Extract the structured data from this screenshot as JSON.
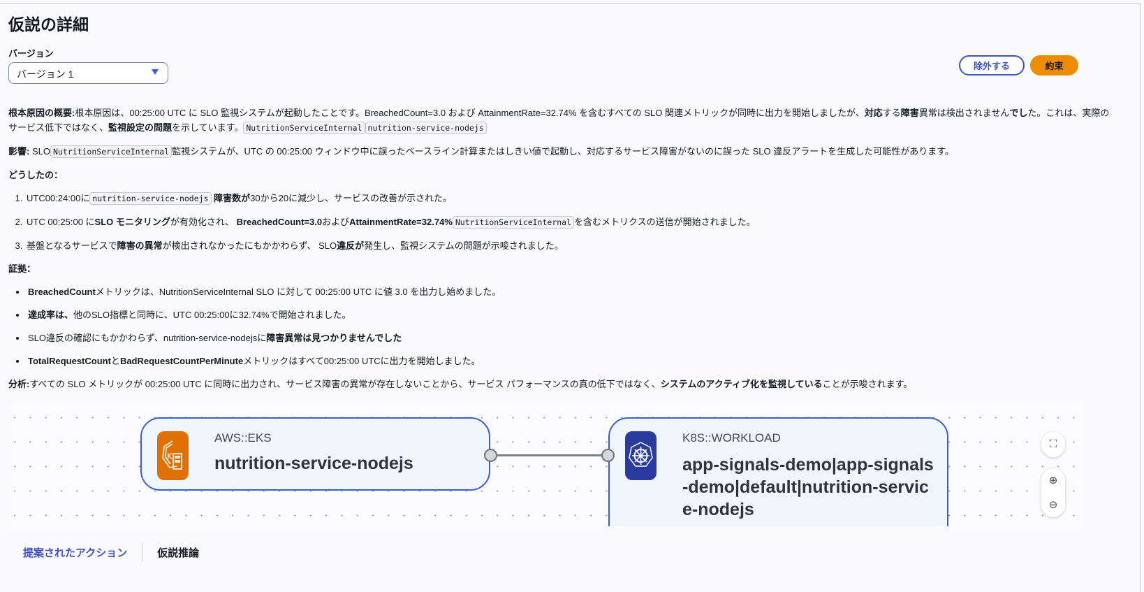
{
  "header": {
    "title": "仮説の詳細"
  },
  "version": {
    "label": "バージョン",
    "selected": "バージョン 1"
  },
  "actions": {
    "dismiss": "除外する",
    "commit": "約束"
  },
  "body": {
    "root_cause": [
      {
        "t": "根本原因の概要:",
        "s": "b"
      },
      {
        "t": "根本原因は、00:25:00 UTC に SLO 監視システムが起動したことです。BreachedCount=3.0 および AttainmentRate=32.74% を含むすべての SLO 関連メトリックが同時に出力を開始しましたが、",
        "s": ""
      },
      {
        "t": "対応",
        "s": "b"
      },
      {
        "t": "する",
        "s": ""
      },
      {
        "t": "障害",
        "s": "b"
      },
      {
        "t": "異常は検出されません",
        "s": ""
      },
      {
        "t": "でし",
        "s": "b"
      },
      {
        "t": "た。これは、実際のサービス低下ではなく、",
        "s": ""
      },
      {
        "t": "監視設定の問題",
        "s": "b"
      },
      {
        "t": "を示しています。",
        "s": ""
      },
      {
        "t": "NutritionServiceInternal",
        "s": "c"
      },
      {
        "t": "nutrition-service-nodejs",
        "s": "c"
      }
    ],
    "impact": [
      {
        "t": "影響:",
        "s": "b"
      },
      {
        "t": " SLO",
        "s": ""
      },
      {
        "t": "NutritionServiceInternal",
        "s": "c"
      },
      {
        "t": "監視システムが、UTC の 00:25:00 ウィンドウ中に誤ったベースライン計算またはしきい値で起動し、対応するサービス障害がないのに誤った SLO 違反アラートを生成した可能性があります。",
        "s": ""
      }
    ],
    "what_heading": "どうしたの：",
    "what_items": [
      [
        {
          "t": "UTC00:24:00に",
          "s": ""
        },
        {
          "t": "nutrition-service-nodejs",
          "s": "c"
        },
        {
          "t": " 障害数が",
          "s": "b"
        },
        {
          "t": "30から20に減少し、サービスの改善が示された。",
          "s": ""
        }
      ],
      [
        {
          "t": "UTC 00:25:00 に",
          "s": ""
        },
        {
          "t": "SLO モニタリング",
          "s": "b"
        },
        {
          "t": "が有効化され、 ",
          "s": ""
        },
        {
          "t": "BreachedCount=3.0",
          "s": "b"
        },
        {
          "t": "および",
          "s": ""
        },
        {
          "t": "AttainmentRate=32.74%",
          "s": "b"
        },
        {
          "t": "NutritionServiceInternal",
          "s": "c"
        },
        {
          "t": "を含むメトリクスの送信が開始されました。",
          "s": ""
        }
      ],
      [
        {
          "t": "基盤となるサービスで",
          "s": ""
        },
        {
          "t": "障害の異常",
          "s": "b"
        },
        {
          "t": "が検出されなかったにもかかわらず、 SLO",
          "s": ""
        },
        {
          "t": "違反が",
          "s": "b"
        },
        {
          "t": "発生し、監視システムの問題が示唆されました。",
          "s": ""
        }
      ]
    ],
    "evidence_heading": "証拠：",
    "evidence_items": [
      [
        {
          "t": "BreachedCount",
          "s": "b"
        },
        {
          "t": "メトリックは、NutritionServiceInternal SLO に対して 00:25:00 UTC に値 3.0 を出力し始めました。",
          "s": ""
        }
      ],
      [
        {
          "t": "達成率は、",
          "s": "b"
        },
        {
          "t": "他のSLO指標と同時に、UTC 00:25:00に32.74%で開始されました。",
          "s": ""
        }
      ],
      [
        {
          "t": "SLO違反の確認にもかかわらず、nutrition-service-nodejsに",
          "s": ""
        },
        {
          "t": "障害異常は見つかりませんでした",
          "s": "b"
        }
      ],
      [
        {
          "t": "TotalRequestCount",
          "s": "b"
        },
        {
          "t": "と",
          "s": ""
        },
        {
          "t": "BadRequestCountPerMinute",
          "s": "b"
        },
        {
          "t": "メトリックはすべて00:25:00 UTCに出力を開始しました。",
          "s": ""
        }
      ]
    ],
    "analysis": [
      {
        "t": "分析:",
        "s": "b"
      },
      {
        "t": "すべての SLO メトリックが 00:25:00 UTC に同時に出力され、サービス障害の異常が存在しないことから、サービス パフォーマンスの真の低下ではなく、",
        "s": ""
      },
      {
        "t": "システムのアクティブ化を監視している",
        "s": "b"
      },
      {
        "t": "ことが示唆されます。",
        "s": ""
      }
    ]
  },
  "graph": {
    "nodes": [
      {
        "type": "AWS::EKS",
        "name": "nutrition-service-nodejs",
        "icon": "eks-icon"
      },
      {
        "type": "K8S::WORKLOAD",
        "name": "app-signals-demo|app-signals-demo|default|nutrition-service-nodejs",
        "icon": "kubernetes-icon"
      }
    ]
  },
  "tabs": [
    {
      "label": "提案されたアクション",
      "active": true
    },
    {
      "label": "仮説推論",
      "active": false
    }
  ],
  "colors": {
    "accent": "#3f51c4",
    "primary_button": "#ee8c00",
    "eks": "#e07000",
    "k8s": "#2a3a9e"
  }
}
